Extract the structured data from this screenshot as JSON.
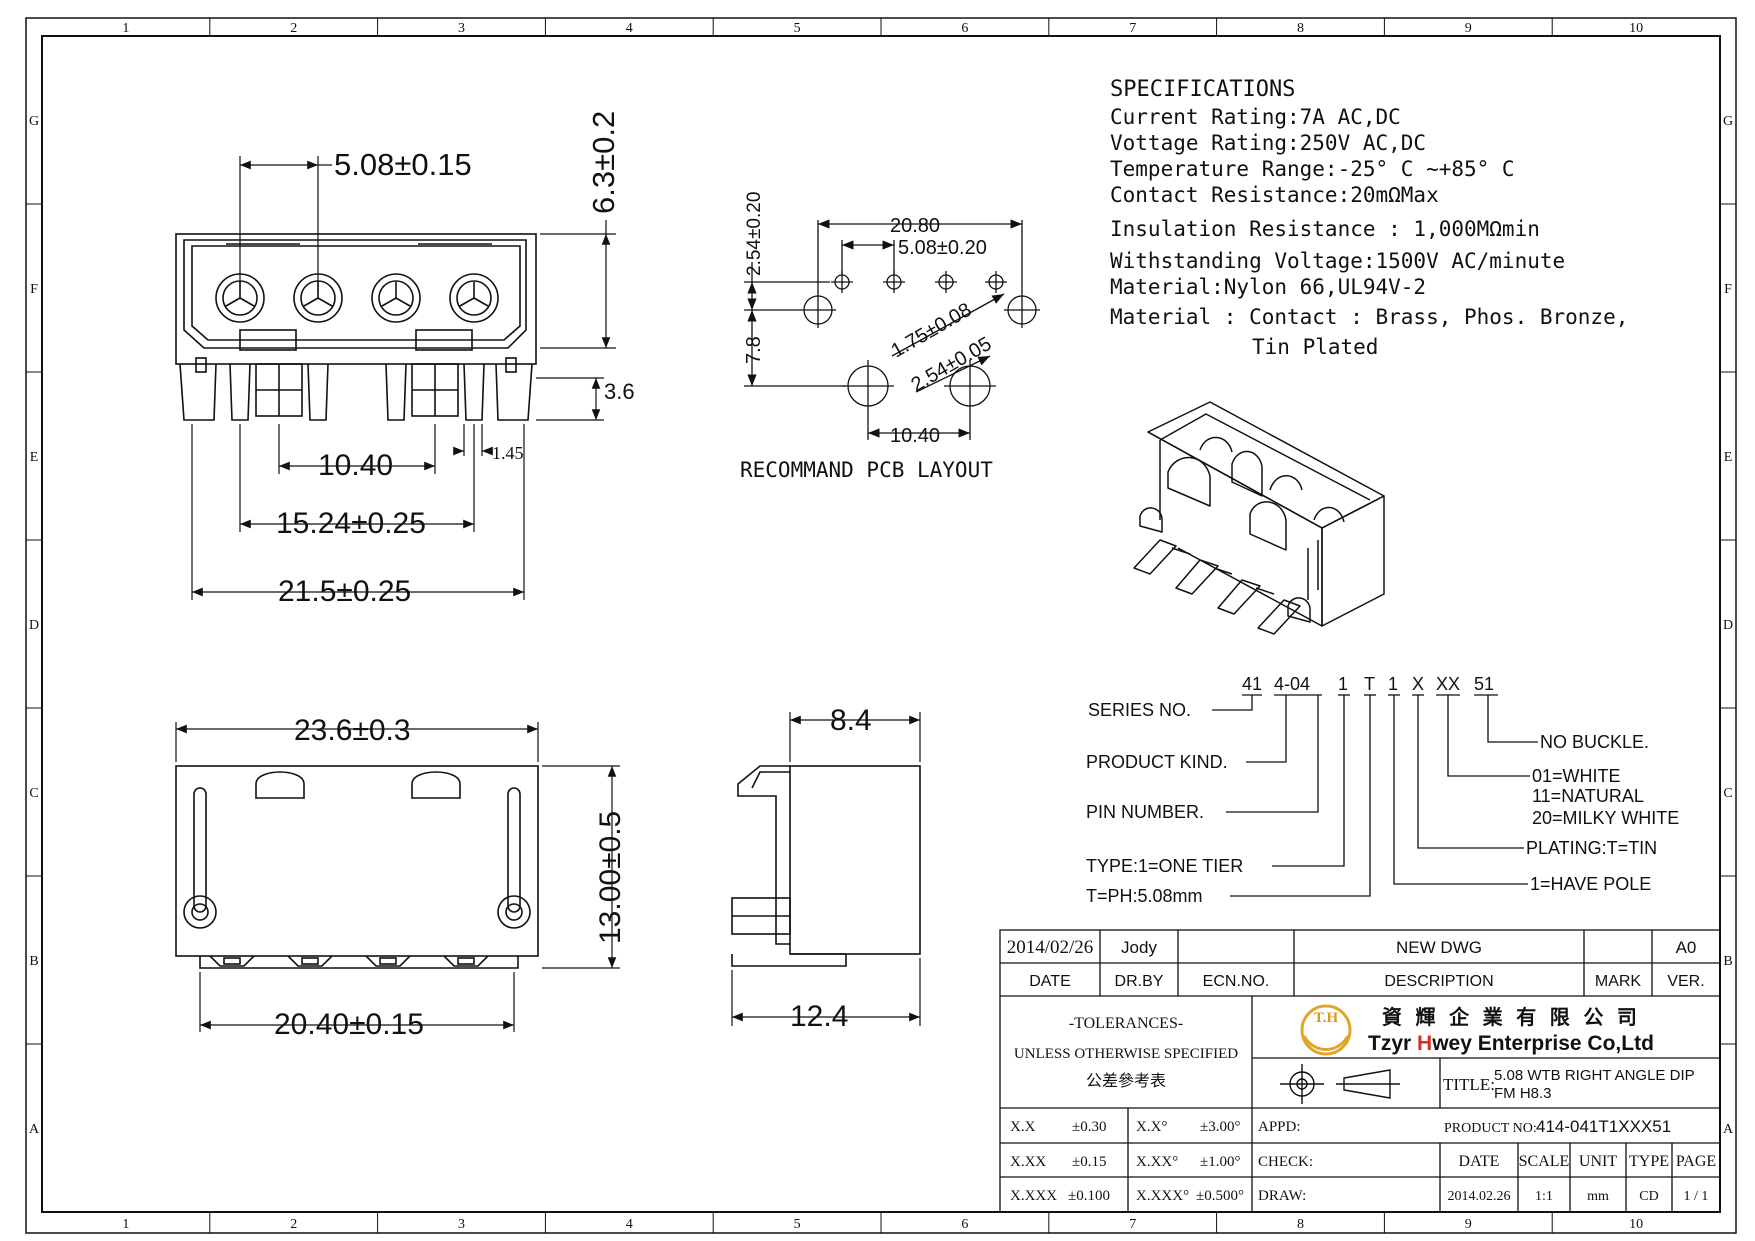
{
  "border": {
    "cols": [
      "1",
      "2",
      "3",
      "4",
      "5",
      "6",
      "7",
      "8",
      "9",
      "10"
    ],
    "rows": [
      "G",
      "F",
      "E",
      "D",
      "C",
      "B",
      "A"
    ]
  },
  "specs": {
    "title": "SPECIFICATIONS",
    "lines": [
      "Current Rating:7A AC,DC",
      "Vottage Rating:250V AC,DC",
      "Temperature Range:-25° C ~+85° C",
      "Contact Resistance:20mΩMax",
      "Insulation Resistance : 1,000MΩmin",
      "Withstanding Voltage:1500V AC/minute",
      "Material:Nylon 66,UL94V-2",
      "Material : Contact : Brass, Phos. Bronze,",
      "Tin Plated"
    ]
  },
  "front_view": {
    "pitch": "5.08±0.15",
    "height": "6.3±0.2",
    "pin_len": "3.6",
    "pin_w": "1.45",
    "dim_a": "10.40",
    "dim_b": "15.24±0.25",
    "dim_c": "21.5±0.25"
  },
  "pcb_layout": {
    "caption": "RECOMMAND PCB LAYOUT",
    "d1": "20.80",
    "d2": "5.08±0.20",
    "d3": "2.54±0.20",
    "d4": "7.8",
    "d5": "1.75±0.08",
    "d6": "2.54±0.05",
    "d7": "10.40"
  },
  "top_view": {
    "width": "23.6±0.3",
    "depth": "13.00±0.5",
    "base": "20.40±0.15"
  },
  "side_view": {
    "top": "8.4",
    "bottom": "12.4"
  },
  "part_code": {
    "segments": [
      "41",
      "4-04",
      "1",
      "T",
      "1",
      "X",
      "XX",
      "51"
    ],
    "series": "SERIES NO.",
    "kind": "PRODUCT KIND.",
    "pin": "PIN NUMBER.",
    "type": "TYPE:1=ONE TIER",
    "tph": "T=PH:5.08mm",
    "buckle": "NO BUCKLE.",
    "color1": "01=WHITE",
    "color2": "11=NATURAL",
    "color3": "20=MILKY WHITE",
    "plating": "PLATING:T=TIN",
    "pole": "1=HAVE POLE"
  },
  "title_block": {
    "date_val": "2014/02/26",
    "drby_val": "Jody",
    "desc_val": "NEW DWG",
    "ver_val": "A0",
    "h_date": "DATE",
    "h_drby": "DR.BY",
    "h_ecn": "ECN.NO.",
    "h_desc": "DESCRIPTION",
    "h_mark": "MARK",
    "h_ver": "VER.",
    "tol1": "-TOLERANCES-",
    "tol2": "UNLESS OTHERWISE SPECIFIED",
    "tol3": "公差參考表",
    "logo_mark": "T.H",
    "company_cn": "資 輝 企 業 有 限 公 司",
    "company_en_1": "Tzyr ",
    "company_en_2": "H",
    "company_en_3": "wey Enterprise Co,Ltd",
    "title_label": "TITLE:",
    "title_1": "5.08 WTB RIGHT ANGLE DIP",
    "title_2": "FM H8.3",
    "tol_rows": [
      [
        "X.X",
        "±0.30",
        "X.X°",
        "±3.00°"
      ],
      [
        "X.XX",
        "±0.15",
        "X.XX°",
        "±1.00°"
      ],
      [
        "X.XXX",
        "±0.100",
        "X.XXX°",
        "±0.500°"
      ]
    ],
    "appd": "APPD:",
    "check": "CHECK:",
    "draw": "DRAW:",
    "pn_label": "PRODUCT NO:",
    "pn": "414-041T1XXX51",
    "f_date": "DATE",
    "f_scale": "SCALE",
    "f_unit": "UNIT",
    "f_type": "TYPE",
    "f_page": "PAGE",
    "v_date": "2014.02.26",
    "v_scale": "1:1",
    "v_unit": "mm",
    "v_type": "CD",
    "v_page": "1 / 1"
  }
}
